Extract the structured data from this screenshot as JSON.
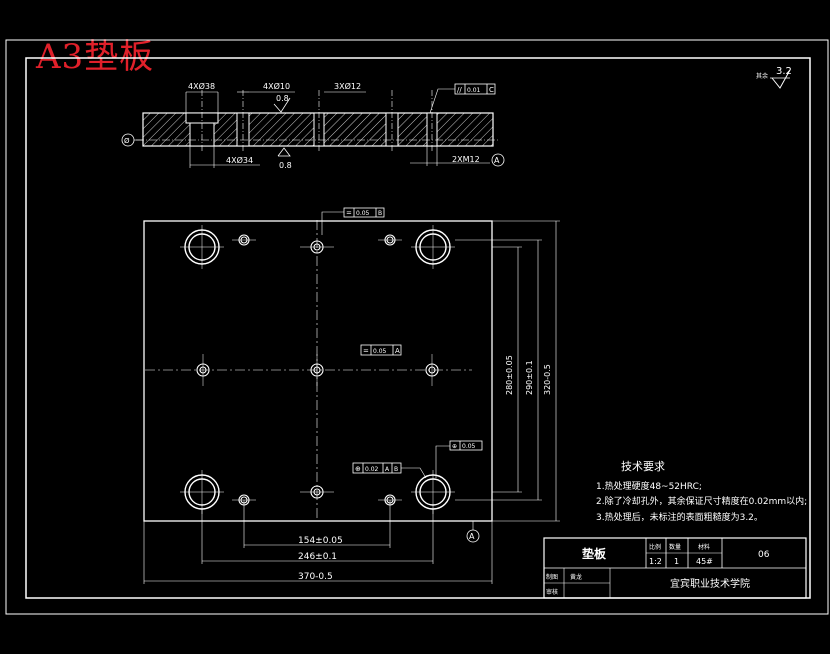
{
  "stamp": "A3垫板",
  "surface_finish": {
    "symbol_text": "其余",
    "value": "3.2"
  },
  "section_view": {
    "holes_top": [
      "4XØ38",
      "4XØ10",
      "3XØ12"
    ],
    "holes_bottom": [
      "4XØ34",
      "2XM12"
    ],
    "roughness": [
      "0.8",
      "0.8"
    ],
    "parallelism": {
      "symbol": "//",
      "tol": "0.01",
      "datum": "C"
    },
    "datum_left": "Ø",
    "datum_right": "A"
  },
  "plan_view": {
    "tol_top": {
      "symbol": "=",
      "tol": "0.05",
      "datum": "B"
    },
    "tol_mid": {
      "symbol": "=",
      "tol": "0.05",
      "datum": "A"
    },
    "tol_pos": {
      "symbol": "⊕",
      "tol": "0.02",
      "datum1": "A",
      "datum2": "B"
    },
    "tol_pos2": {
      "symbol": "⊕",
      "tol": "0.05"
    },
    "dim_vertical": [
      "280±0.05",
      "290±0.1",
      "320-0.5"
    ],
    "dim_horizontal": [
      "154±0.05",
      "246±0.1",
      "370-0.5"
    ],
    "datum_bottom": "A"
  },
  "requirements": {
    "title": "技术要求",
    "items": [
      "1.热处理硬度48~52HRC;",
      "2.除了冷却孔外，其余保证尺寸精度在0.02mm以内;",
      "3.热处理后，未标注的表面粗糙度为3.2。"
    ]
  },
  "title_block": {
    "part_name": "垫板",
    "headers": [
      "比例",
      "数量",
      "材料"
    ],
    "values": [
      "1:2",
      "1",
      "45#"
    ],
    "drawing_no": "06",
    "row_labels": [
      "制图",
      "审核"
    ],
    "designer": "黄龙",
    "school": "宜宾职业技术学院"
  }
}
